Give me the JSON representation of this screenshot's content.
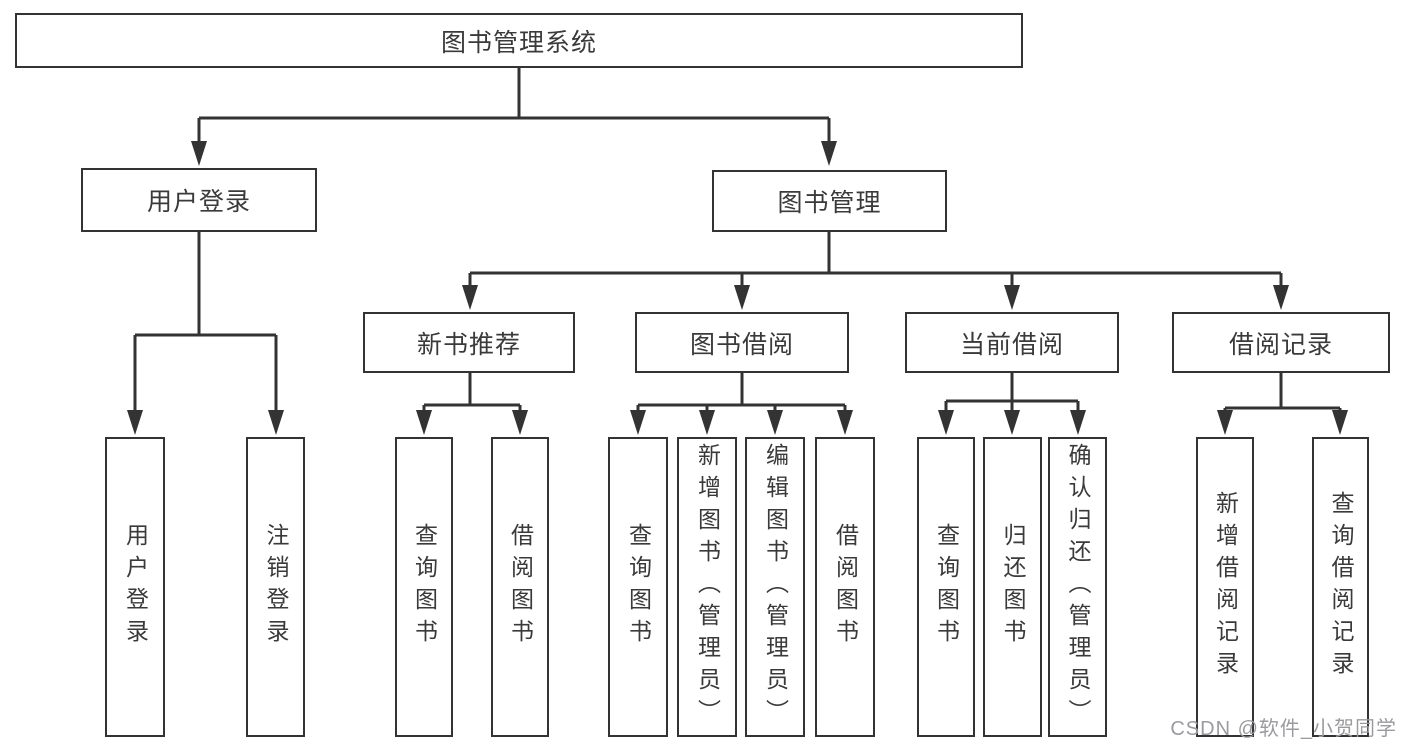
{
  "title": "图书管理系统",
  "level2": {
    "user_login": "用户登录",
    "book_mgmt": "图书管理"
  },
  "level3": {
    "new_books": "新书推荐",
    "book_borrow": "图书借阅",
    "current_borrow": "当前借阅",
    "borrow_records": "借阅记录"
  },
  "leaves": {
    "user_login": [
      "用户登录",
      "注销登录"
    ],
    "new_books": [
      "查询图书",
      "借阅图书"
    ],
    "book_borrow": [
      "查询图书",
      "新增图书（管理员）",
      "编辑图书（管理员）",
      "借阅图书"
    ],
    "current_borrow": [
      "查询图书",
      "归还图书",
      "确认归还（管理员）"
    ],
    "borrow_records": [
      "新增借阅记录",
      "查询借阅记录"
    ]
  },
  "watermark": "CSDN @软件_小贺同学",
  "colors": {
    "line": "#333333",
    "text": "#3a3a3a",
    "watermark": "#9b9b9f",
    "background": "#ffffff"
  }
}
